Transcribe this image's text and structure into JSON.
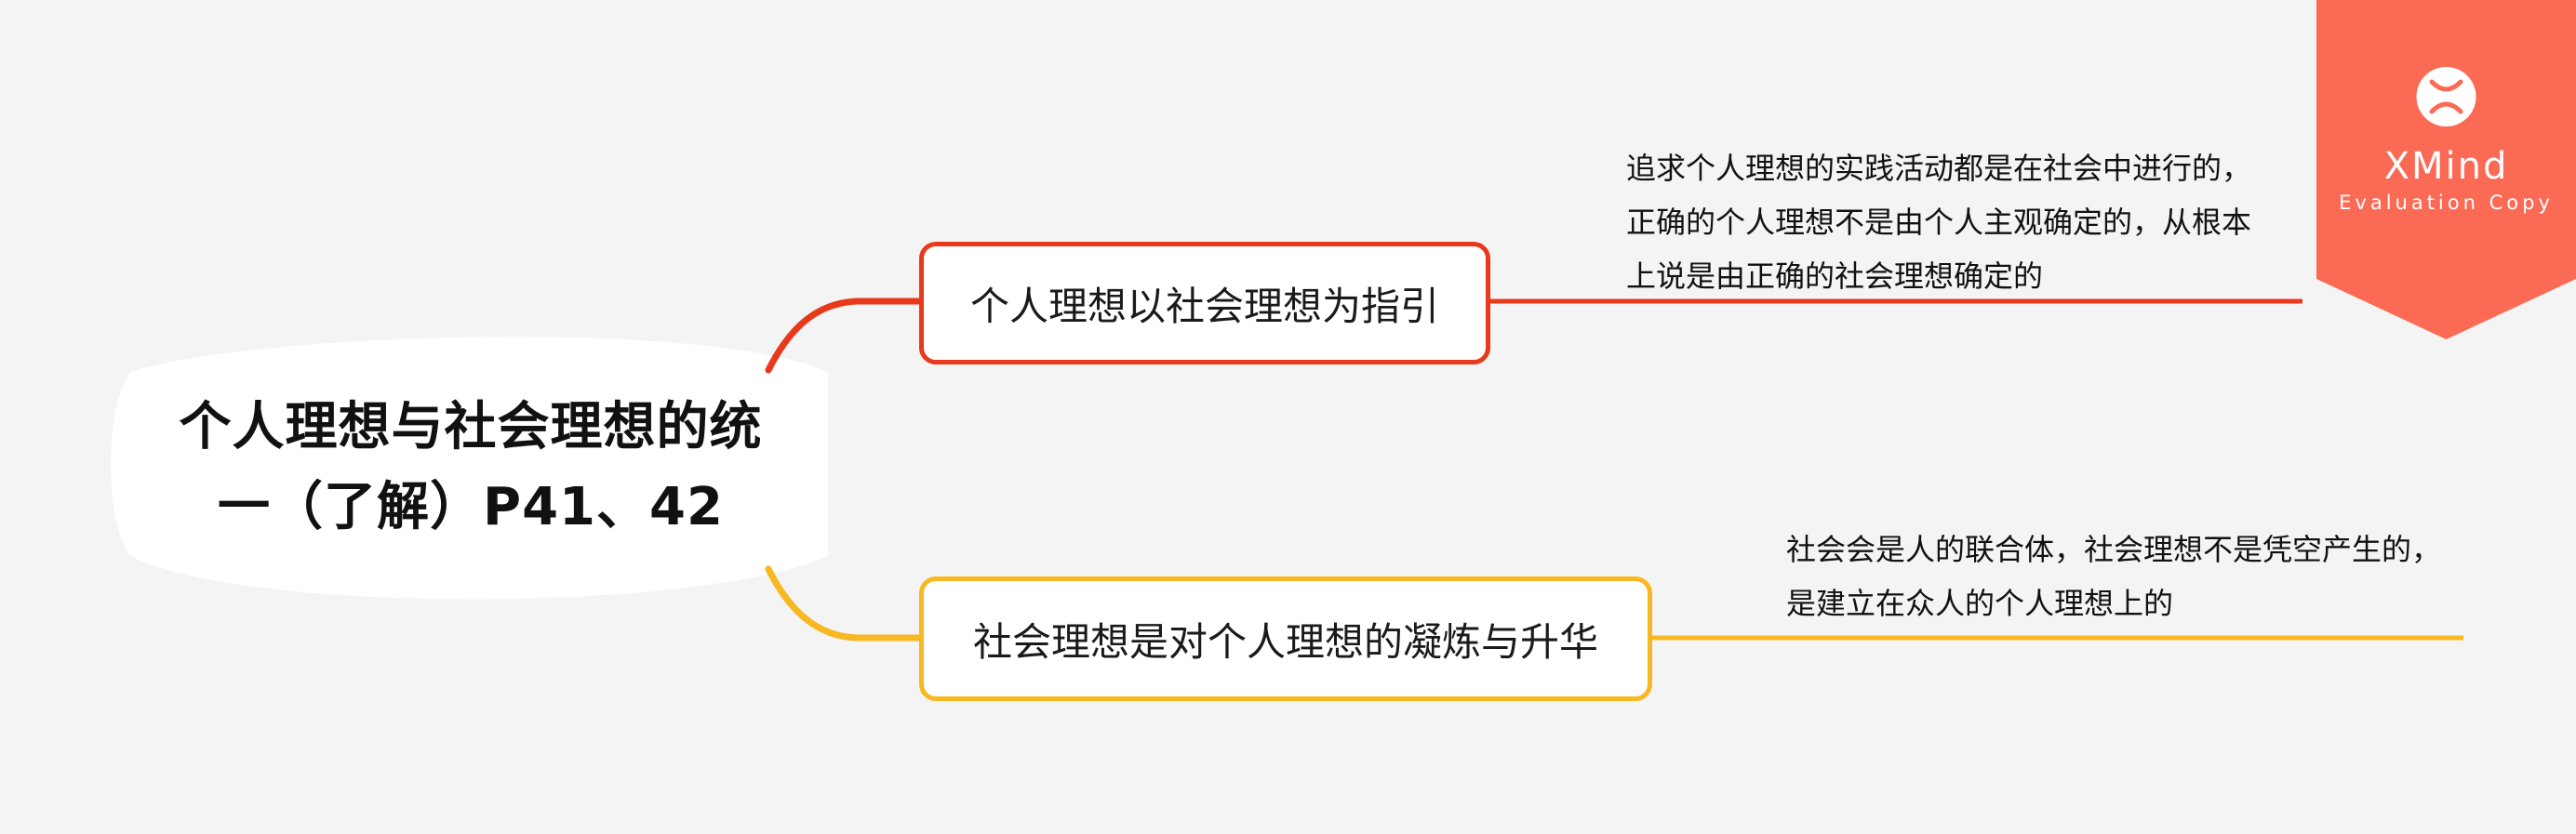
{
  "central_topic": {
    "lines": [
      "个人理想与社会理想的统",
      "一（了解）P41、42"
    ]
  },
  "branches": [
    {
      "label": "个人理想以社会理想为指引",
      "color": "#e8391c",
      "note_lines": [
        "追求个人理想的实践活动都是在社会中进行的，",
        "正确的个人理想不是由个人主观确定的，从根本",
        "上说是由正确的社会理想确定的"
      ]
    },
    {
      "label": "社会理想是对个人理想的凝炼与升华",
      "color": "#f7b822",
      "note_lines": [
        "社会会是人的联合体，社会理想不是凭空产生的，",
        "是建立在众人的个人理想上的"
      ]
    }
  ],
  "watermark": {
    "brand": "XMind",
    "subtitle": "Evaluation Copy",
    "icon": "xmind-logo-icon",
    "color": "#fa6a55"
  }
}
